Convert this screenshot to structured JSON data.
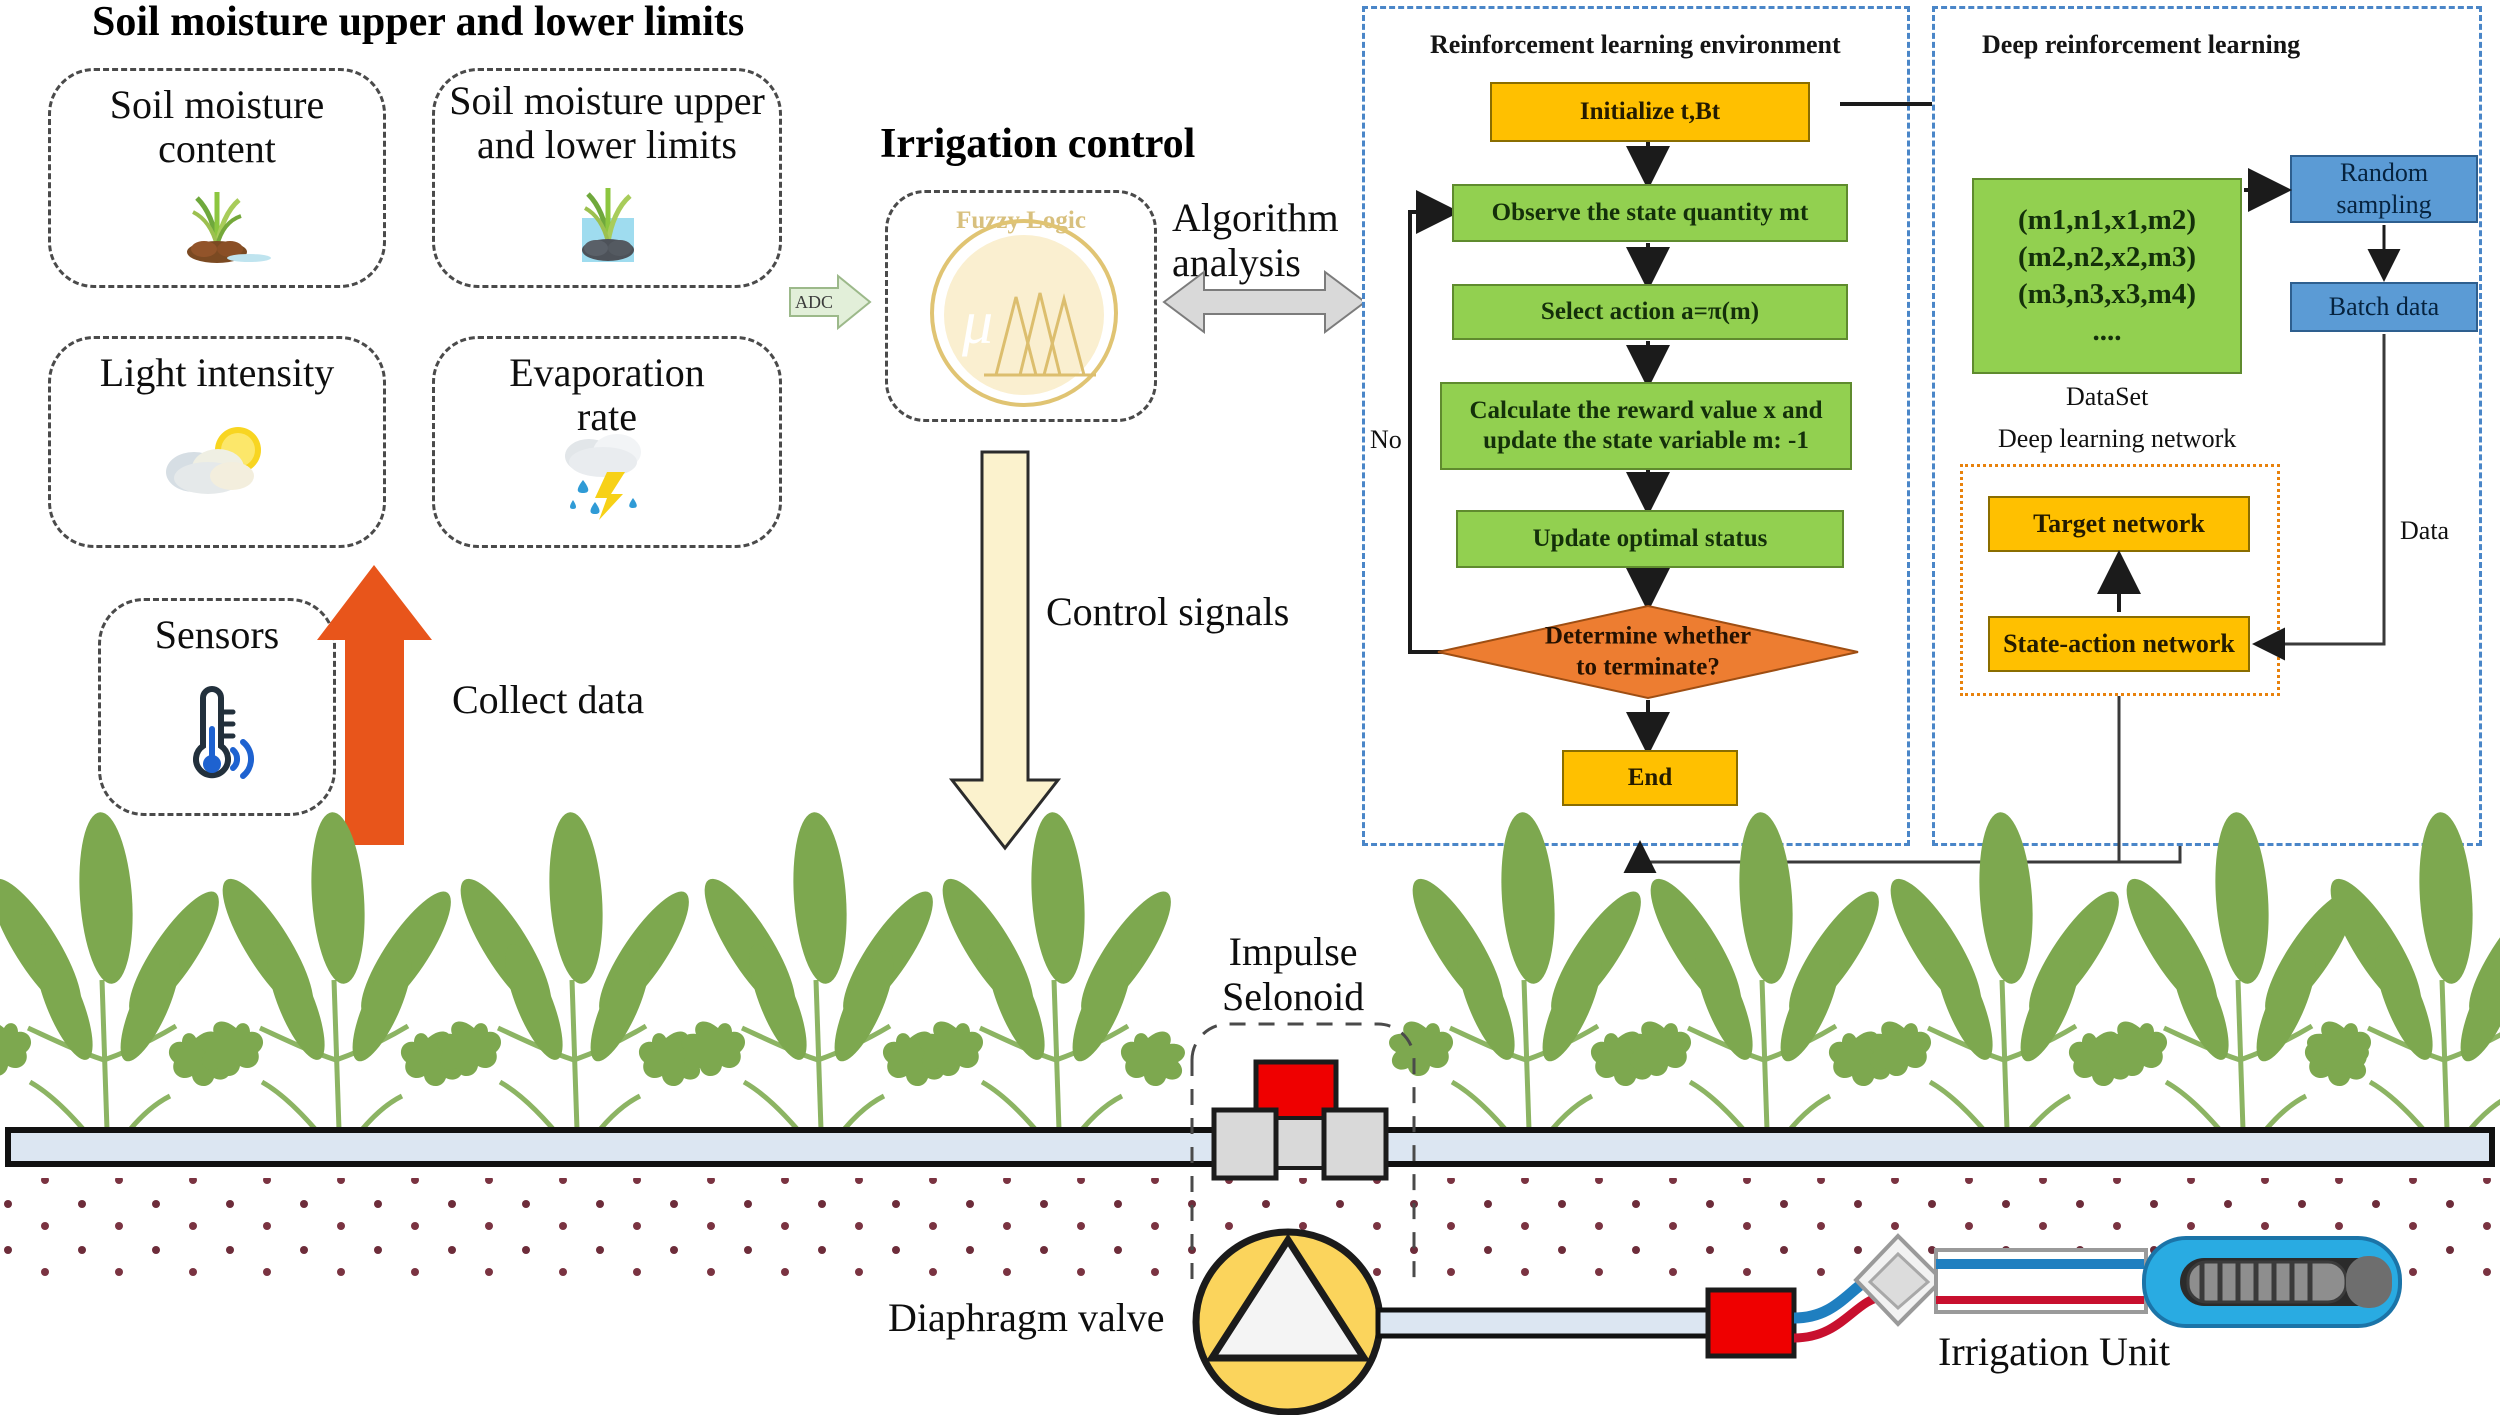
{
  "titles": {
    "left_section": "Soil moisture upper and lower limits",
    "irrigation_control": "Irrigation control"
  },
  "sensor_cards": [
    {
      "label": "Soil moisture\ncontent",
      "icon": "plant-in-soil-icon"
    },
    {
      "label": "Soil moisture upper\nand lower limits",
      "icon": "plant-in-water-icon"
    },
    {
      "label": "Light intensity",
      "icon": "sun-behind-cloud-icon"
    },
    {
      "label": "Evaporation\nrate",
      "icon": "cloud-rain-lightning-icon"
    },
    {
      "label": "Sensors",
      "icon": "wireless-thermometer-icon"
    }
  ],
  "arrows": {
    "adc_label": "ADC",
    "algorithm_analysis": "Algorithm\nanalysis",
    "collect_data": "Collect data",
    "control_signals": "Control signals",
    "no_label": "No",
    "data_label": "Data"
  },
  "rl_panel": {
    "title": "Reinforcement learning environment",
    "nodes": [
      {
        "id": "init",
        "text": "Initialize t,Bt",
        "shape": "rect",
        "color": "#FFC000"
      },
      {
        "id": "observe",
        "text": "Observe the state quantity mt",
        "shape": "rect",
        "color": "#92D050"
      },
      {
        "id": "select",
        "text": "Select action a=π(m)",
        "shape": "rect",
        "color": "#92D050"
      },
      {
        "id": "calculate",
        "text": "Calculate the reward value x and\nupdate the state variable m: -1",
        "shape": "rect",
        "color": "#92D050"
      },
      {
        "id": "update",
        "text": "Update optimal status",
        "shape": "rect",
        "color": "#92D050"
      },
      {
        "id": "decide",
        "text": "Determine whether\nto terminate?",
        "shape": "diamond",
        "color": "#ED7D31"
      },
      {
        "id": "end",
        "text": "End",
        "shape": "rect",
        "color": "#FFC000"
      }
    ]
  },
  "drl_panel": {
    "title": "Deep reinforcement learning",
    "dataset_lines": [
      "(m1,n1,x1,m2)",
      "(m2,n2,x2,m3)",
      "(m3,n3,x3,m4)",
      "...."
    ],
    "dataset_caption": "DataSet",
    "random_sampling": "Random\nsampling",
    "batch_data": "Batch data",
    "dln_title": "Deep learning network",
    "target_network": "Target network",
    "state_action_network": "State-action network"
  },
  "field": {
    "impulse_selonoid": "Impulse\nSelonoid",
    "diaphragm_valve": "Diaphragm valve",
    "irrigation_unit": "Irrigation Unit",
    "fuzzy_logic_label": "Fuzzy Logic",
    "fuzzy_mu": "μ"
  },
  "colors": {
    "panel_dash": "#4a86c8",
    "dot_panel": "#E8820C",
    "orange_node": "#FFC000",
    "green_node": "#92D050",
    "blue_node": "#5B9BD5",
    "diamond": "#ED7D31",
    "collect_arrow": "#E8551B",
    "control_arrow": "#FBF2CD",
    "adc_arrow": "#E2EFD9",
    "algorithm_arrow": "#D9D9D9",
    "plant_green": "#7DA84F",
    "pipe_fill": "#dce6f2",
    "valve_yellow": "#FBD45C",
    "solenoid_red": "#EF0000"
  }
}
